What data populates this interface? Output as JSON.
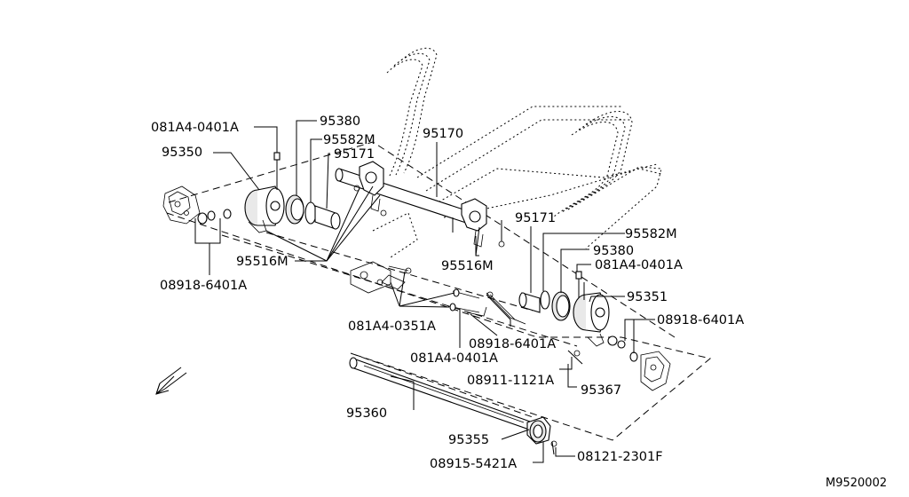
{
  "labels": {
    "l_081A4_0401A_top": "081A4-0401A",
    "l_95380_top": "95380",
    "l_95582M_top": "95582M",
    "l_95350": "95350",
    "l_95171_top": "95171",
    "l_95170": "95170",
    "l_95516M_left": "95516M",
    "l_95516M_right": "95516M",
    "l_08918_6401A_left": "08918-6401A",
    "l_95171_right": "95171",
    "l_95582M_right": "95582M",
    "l_95380_right": "95380",
    "l_081A4_0401A_right": "081A4-0401A",
    "l_95351": "95351",
    "l_08918_6401A_right": "08918-6401A",
    "l_081A4_0351A": "081A4-0351A",
    "l_08918_6401A_mid": "08918-6401A",
    "l_081A4_0401A_mid": "081A4-0401A",
    "l_08911_1121A": "08911-1121A",
    "l_95367": "95367",
    "l_95360": "95360",
    "l_95355": "95355",
    "l_08915_5421A": "08915-5421A",
    "l_08121_2301F": "08121-2301F",
    "diagram_code": "M9520002"
  },
  "icons": {
    "direction": "front-direction-arrow-icon"
  }
}
